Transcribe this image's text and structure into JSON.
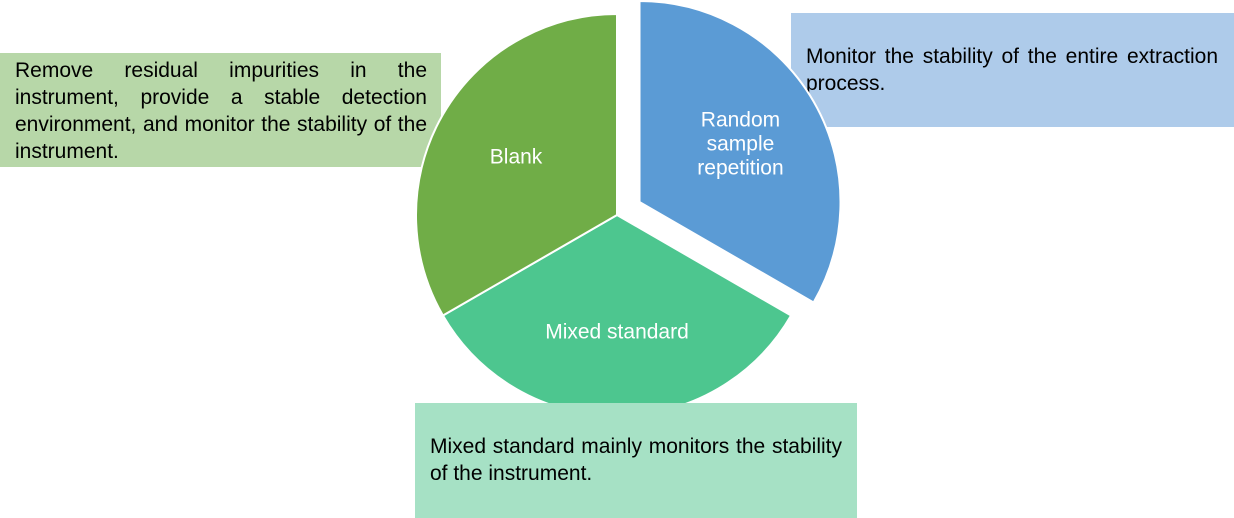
{
  "chart_data": {
    "type": "pie",
    "title": "",
    "exploded": "Random sample repetition",
    "slices": [
      {
        "name": "Random sample repetition",
        "label_lines": [
          "Random",
          "sample",
          "repetition"
        ],
        "value": 1,
        "color": "#5b9bd5",
        "exploded": true
      },
      {
        "name": "Mixed standard",
        "label_lines": [
          "Mixed standard"
        ],
        "value": 1,
        "color": "#4dc68f",
        "exploded": false
      },
      {
        "name": "Blank",
        "label_lines": [
          "Blank"
        ],
        "value": 1,
        "color": "#70ad47",
        "exploded": false
      }
    ]
  },
  "annotations": {
    "blank": {
      "text": "Remove residual impurities in the instrument, provide a stable detection environment, and monitor the stability of the instrument.",
      "color": "#b7d7a8"
    },
    "random": {
      "text": "Monitor the stability of the entire extraction process.",
      "color": "#aecbea"
    },
    "mixed": {
      "text": "Mixed standard mainly monitors the stability of the instrument.",
      "color": "#a6e1c5"
    }
  }
}
